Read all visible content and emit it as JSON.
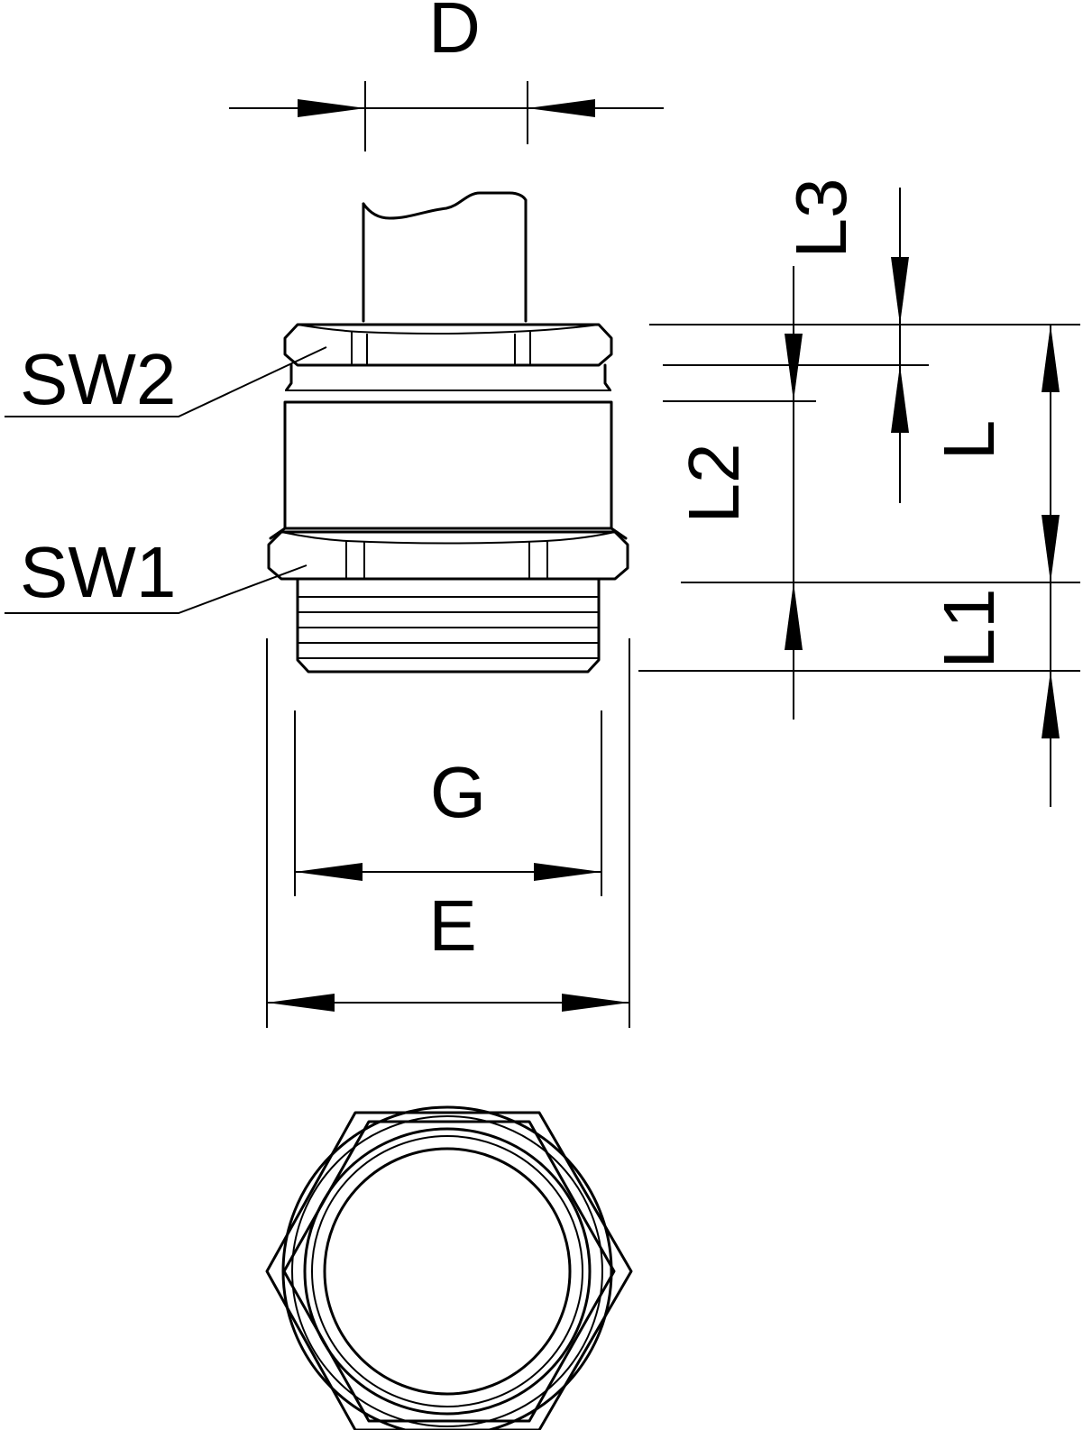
{
  "labels": {
    "D": "D",
    "L3": "L3",
    "SW2": "SW2",
    "L2": "L2",
    "L": "L",
    "SW1": "SW1",
    "L1": "L1",
    "G": "G",
    "E": "E"
  }
}
